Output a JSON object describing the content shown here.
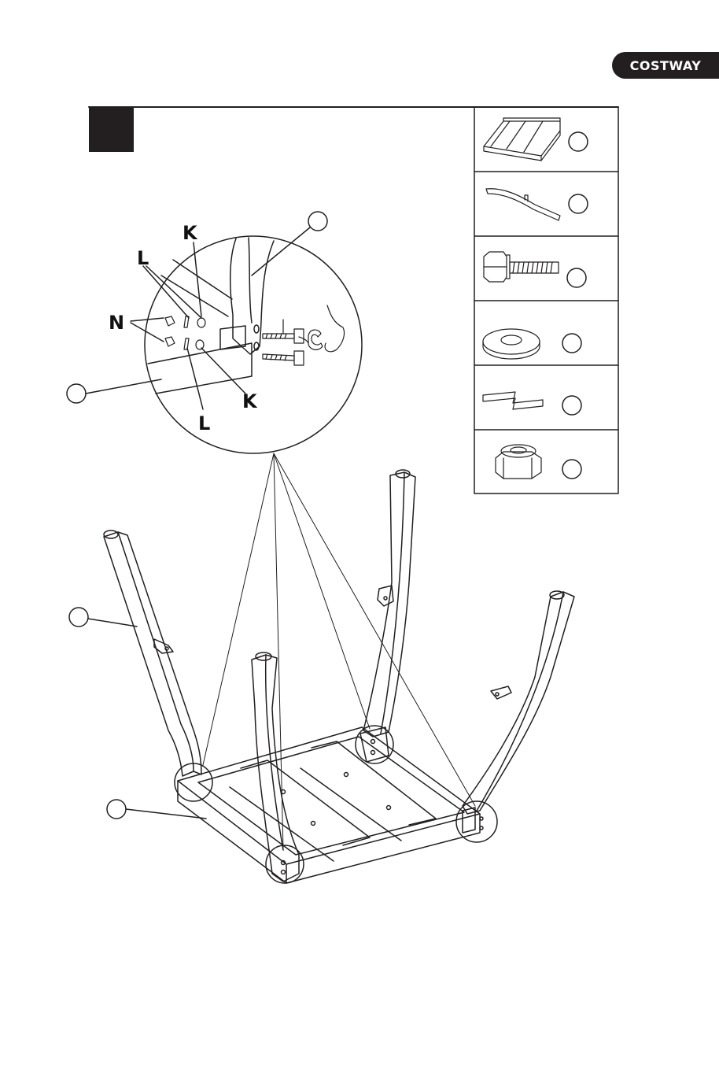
{
  "brand": {
    "name": "COSTWAY",
    "color": "#231f20"
  },
  "step": {
    "number": ""
  },
  "parts_list": [
    {
      "id": "frame",
      "icon": "table-frame-icon",
      "label": ""
    },
    {
      "id": "leg",
      "icon": "leg-icon",
      "label": ""
    },
    {
      "id": "bolt",
      "icon": "bolt-icon",
      "label": ""
    },
    {
      "id": "washer",
      "icon": "flat-washer-icon",
      "label": ""
    },
    {
      "id": "spring",
      "icon": "spring-washer-icon",
      "label": ""
    },
    {
      "id": "nut",
      "icon": "hex-nut-icon",
      "label": ""
    }
  ],
  "detail_labels": {
    "k_top": "K",
    "k_bottom": "K",
    "l_top": "L",
    "l_bottom": "L",
    "n": "N"
  },
  "colors": {
    "line": "#231f20",
    "background": "#ffffff"
  }
}
